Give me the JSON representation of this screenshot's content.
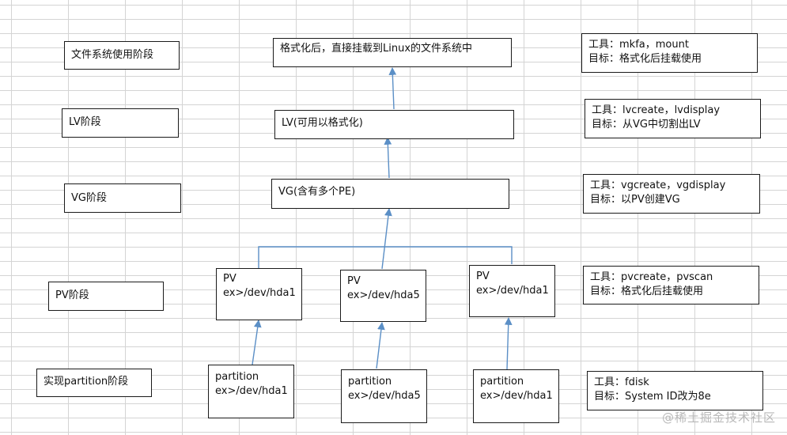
{
  "stages": [
    {
      "label": "文件系统使用阶段"
    },
    {
      "label": "LV阶段"
    },
    {
      "label": "VG阶段"
    },
    {
      "label": "PV阶段"
    },
    {
      "label": "实现partition阶段"
    }
  ],
  "fs_box": {
    "text": "格式化后，直接挂载到Linux的文件系统中"
  },
  "lv_box": {
    "text": "LV(可用以格式化)"
  },
  "vg_box": {
    "text": "VG(含有多个PE)"
  },
  "pv_boxes": [
    {
      "title": "PV",
      "device": "ex>/dev/hda1"
    },
    {
      "title": "PV",
      "device": "ex>/dev/hda5"
    },
    {
      "title": "PV",
      "device": "ex>/dev/hda1"
    }
  ],
  "partition_boxes": [
    {
      "title": "partition",
      "device": "ex>/dev/hda1"
    },
    {
      "title": "partition",
      "device": "ex>/dev/hda5"
    },
    {
      "title": "partition",
      "device": "ex>/dev/hda1"
    }
  ],
  "notes": [
    {
      "tool": "工具：mkfa，mount",
      "goal": "目标：格式化后挂载使用"
    },
    {
      "tool": "工具：lvcreate，lvdisplay",
      "goal": "目标：从VG中切割出LV"
    },
    {
      "tool": "工具：vgcreate，vgdisplay",
      "goal": "目标：以PV创建VG"
    },
    {
      "tool": "工具：pvcreate，pvscan",
      "goal": "目标：格式化后挂载使用"
    },
    {
      "tool": "工具：fdisk",
      "goal": "目标：System ID改为8e"
    }
  ],
  "watermark": "@稀土掘金技术社区",
  "colors": {
    "arrow": "#5b8fc6",
    "border": "#1a1a1a",
    "grid": "#d4d4d4"
  }
}
